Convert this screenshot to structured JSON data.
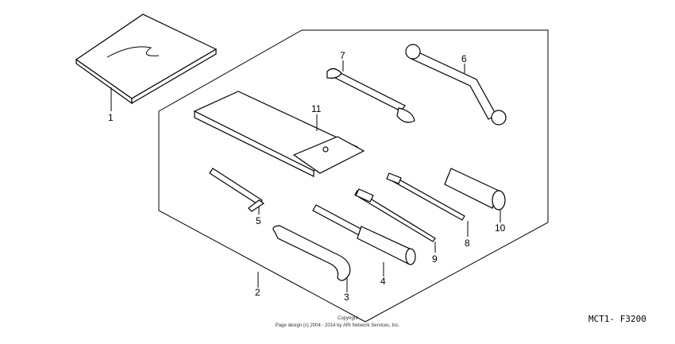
{
  "callouts": [
    "1",
    "2",
    "3",
    "4",
    "5",
    "6",
    "7",
    "8",
    "9",
    "10",
    "11"
  ],
  "diagram_code": "MCT1- F3200",
  "footer": {
    "line1": "Copyright",
    "line2": "Page design (c) 2004 - 2014 by ARI Network Services, Inc."
  }
}
